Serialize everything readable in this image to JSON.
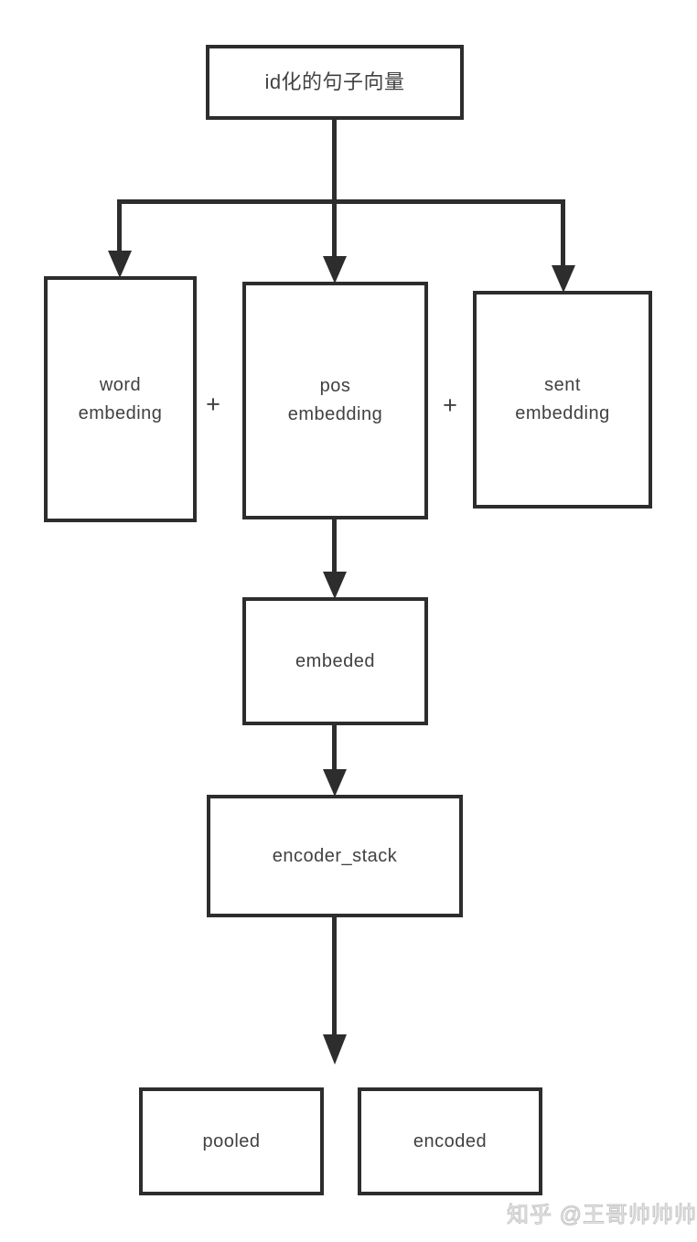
{
  "diagram": {
    "top_box": {
      "label": "id化的句子向量"
    },
    "embedding_boxes": [
      {
        "id": "word",
        "label": "word\nembeding"
      },
      {
        "id": "pos",
        "label": "pos\nembedding"
      },
      {
        "id": "sent",
        "label": "sent\nembedding"
      }
    ],
    "plus_signs": [
      "+",
      "+"
    ],
    "embedded_box": {
      "label": "embeded"
    },
    "encoder_box": {
      "label": "encoder_stack"
    },
    "output_boxes": [
      {
        "id": "pooled",
        "label": "pooled"
      },
      {
        "id": "encoded",
        "label": "encoded"
      }
    ],
    "watermark": {
      "text": "知乎 @王哥帅帅帅"
    },
    "colors": {
      "stroke": "#2d2d2d",
      "text": "#414141",
      "background": "#ffffff",
      "watermark": "#c6c6c6"
    }
  }
}
